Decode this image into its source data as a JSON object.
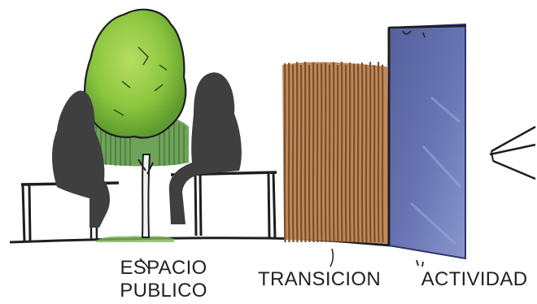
{
  "labels": {
    "espacio_line1": "ESPACIO",
    "espacio_line2": "PUBLICO",
    "transicion": "TRANSICION",
    "actividad": "ACTIVIDAD"
  },
  "colors": {
    "ink": "#1e1e1e",
    "tree_foliage": "#8cc63f",
    "tree_foliage_dark": "#5a8f2c",
    "hedge": "#6fa35a",
    "figure": "#3f3f3f",
    "wood_screen": "#c08a5a",
    "wood_stripe": "#7a4f2c",
    "building_facade": "#5c6aa8",
    "building_highlight": "#7f8cc4"
  },
  "icons": {
    "tree": "tree-icon",
    "person": "seated-person-icon",
    "bench": "bench-icon",
    "screen": "wooden-screen-icon",
    "building": "building-icon"
  }
}
